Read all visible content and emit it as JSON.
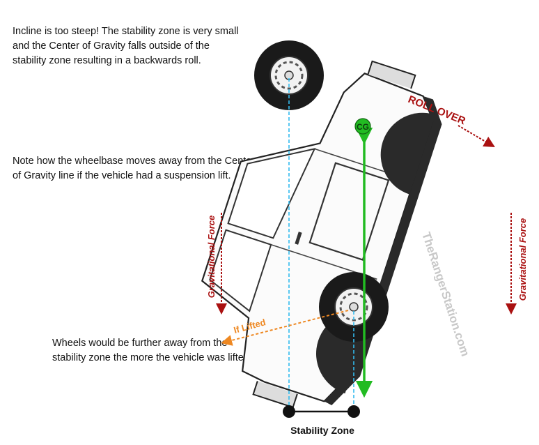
{
  "notes": {
    "incline": [
      "Incline is too steep! The stability zone is very small",
      "and the Center of Gravity falls outside of the",
      "stability zone resulting in a backwards roll."
    ],
    "wheelbase": [
      "Note how the wheelbase moves away from the Center",
      "of Gravity line if the vehicle had a suspension lift."
    ],
    "wheels": [
      "Wheels would be further away from the",
      "stability zone the more the vehicle was lifted."
    ]
  },
  "labels": {
    "roll_over": "ROLL OVER",
    "cg": "CG",
    "gravity_left": "Gravitational Force",
    "gravity_right": "Gravitational Force",
    "if_lifted": "If Lifted",
    "stability_zone": "Stability Zone",
    "watermark": "TheRangerStation.com"
  },
  "colors": {
    "cg_green": "#22bb22",
    "gravity_red": "#aa1111",
    "lift_orange": "#ee8822",
    "plumb_blue": "#33bbee",
    "ink": "#111111"
  }
}
